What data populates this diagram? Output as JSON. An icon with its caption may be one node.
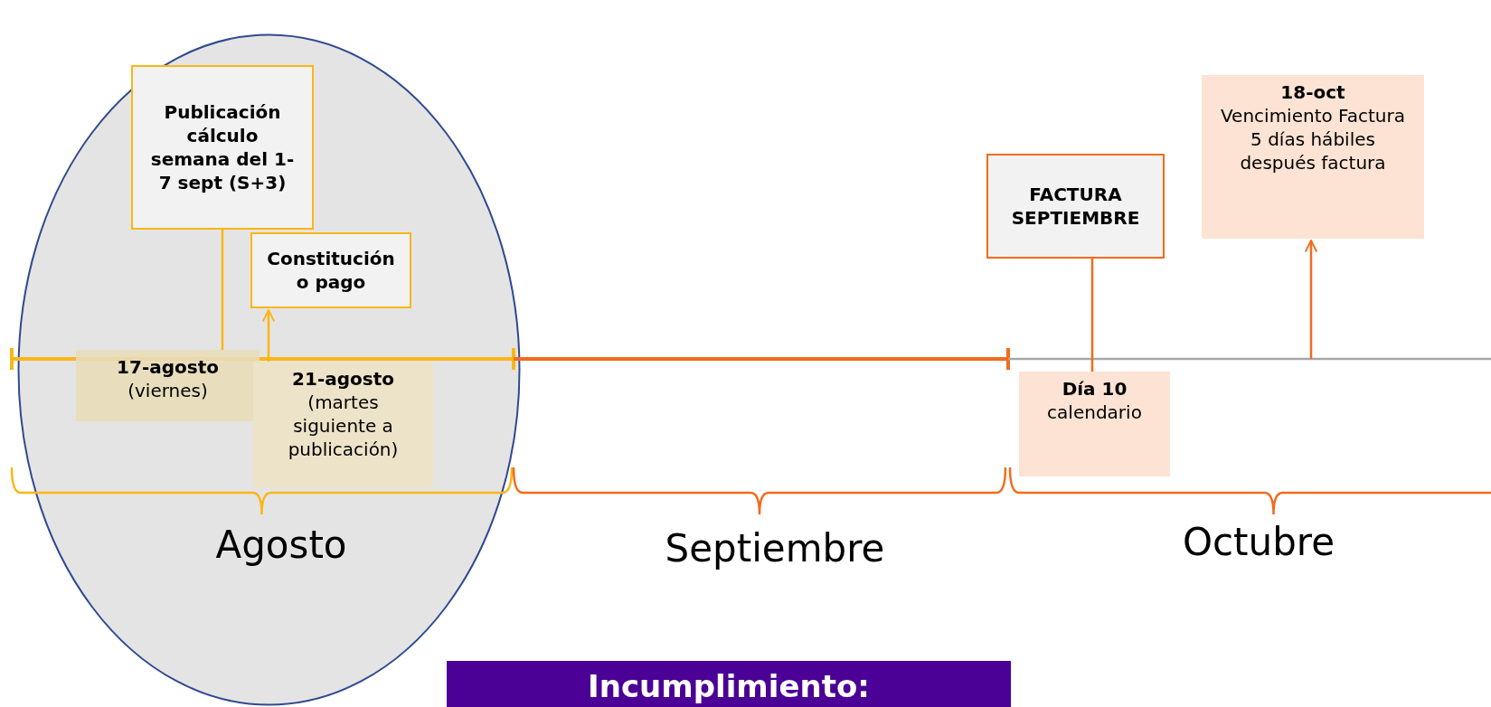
{
  "diagram": {
    "nodes": [
      {
        "text": [],
        "shape": "ellipse"
      },
      {
        "text": [
          "Publicación cálculo semana del 1-7 sept (S+3)"
        ],
        "in": 0
      },
      {
        "text": [
          "Constitución o pago"
        ],
        "in": 0
      },
      {
        "text": [
          "17-agosto",
          "(viernes)"
        ],
        "in": 0
      },
      {
        "text": [
          "21-agosto",
          "(martes siguiente a publicación)"
        ],
        "in": 0
      },
      {
        "text": [
          "FACTURA SEPTIEMBRE"
        ]
      },
      {
        "text": [
          "18-oct",
          "Vencimiento Factura 5 días hábiles después factura"
        ]
      },
      {
        "text": [
          "Día 10",
          "calendario"
        ]
      },
      {
        "text": [
          "Incumplimiento:"
        ]
      }
    ],
    "edges": [
      {
        "from": 1,
        "to": 3,
        "arrow": "none",
        "color": "#fbb616"
      },
      {
        "from": 4,
        "to": 2,
        "arrow": "to",
        "color": "#fbb616"
      },
      {
        "from": 5,
        "to": 7,
        "arrow": "none",
        "color": "#f26b1d"
      },
      {
        "from": null,
        "to": 6,
        "arrow": "to",
        "color": "#f26b1d"
      }
    ],
    "labels": [
      "Agosto",
      "Septiembre",
      "Octubre"
    ]
  }
}
